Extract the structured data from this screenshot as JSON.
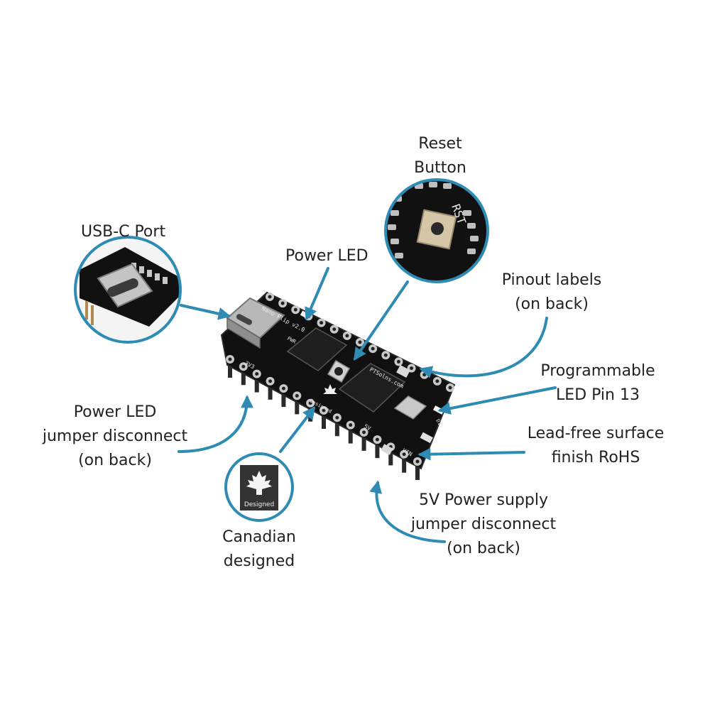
{
  "colors": {
    "callout": "#2e8bb3",
    "board": "#121212",
    "text": "#222222",
    "background": "#ffffff"
  },
  "board": {
    "silk_model": "Nano Flip v2.0",
    "silk_url": "PTSolns.com",
    "silk_3v3": "3V3",
    "silk_5v": "5V",
    "silk_vin": "VIN",
    "silk_d13": "D13",
    "silk_pwr": "PWR",
    "silk_designed": "Designed"
  },
  "insets": {
    "reset_silk": "RST",
    "designed_badge": "Designed",
    "leaf_icon": "maple-leaf-icon"
  },
  "labels": {
    "usb_c": [
      "USB-C Port"
    ],
    "power_led": [
      "Power LED"
    ],
    "reset": [
      "Reset",
      "Button"
    ],
    "pinout": [
      "Pinout labels",
      "(on back)"
    ],
    "led13": [
      "Programmable",
      "LED Pin 13"
    ],
    "leadfree": [
      "Lead-free surface",
      "finish RoHS"
    ],
    "five_v": [
      "5V Power supply",
      "jumper disconnect",
      "(on back)"
    ],
    "canadian": [
      "Canadian",
      "designed"
    ],
    "pwr_jumper": [
      "Power LED",
      "jumper disconnect",
      "(on back)"
    ]
  }
}
